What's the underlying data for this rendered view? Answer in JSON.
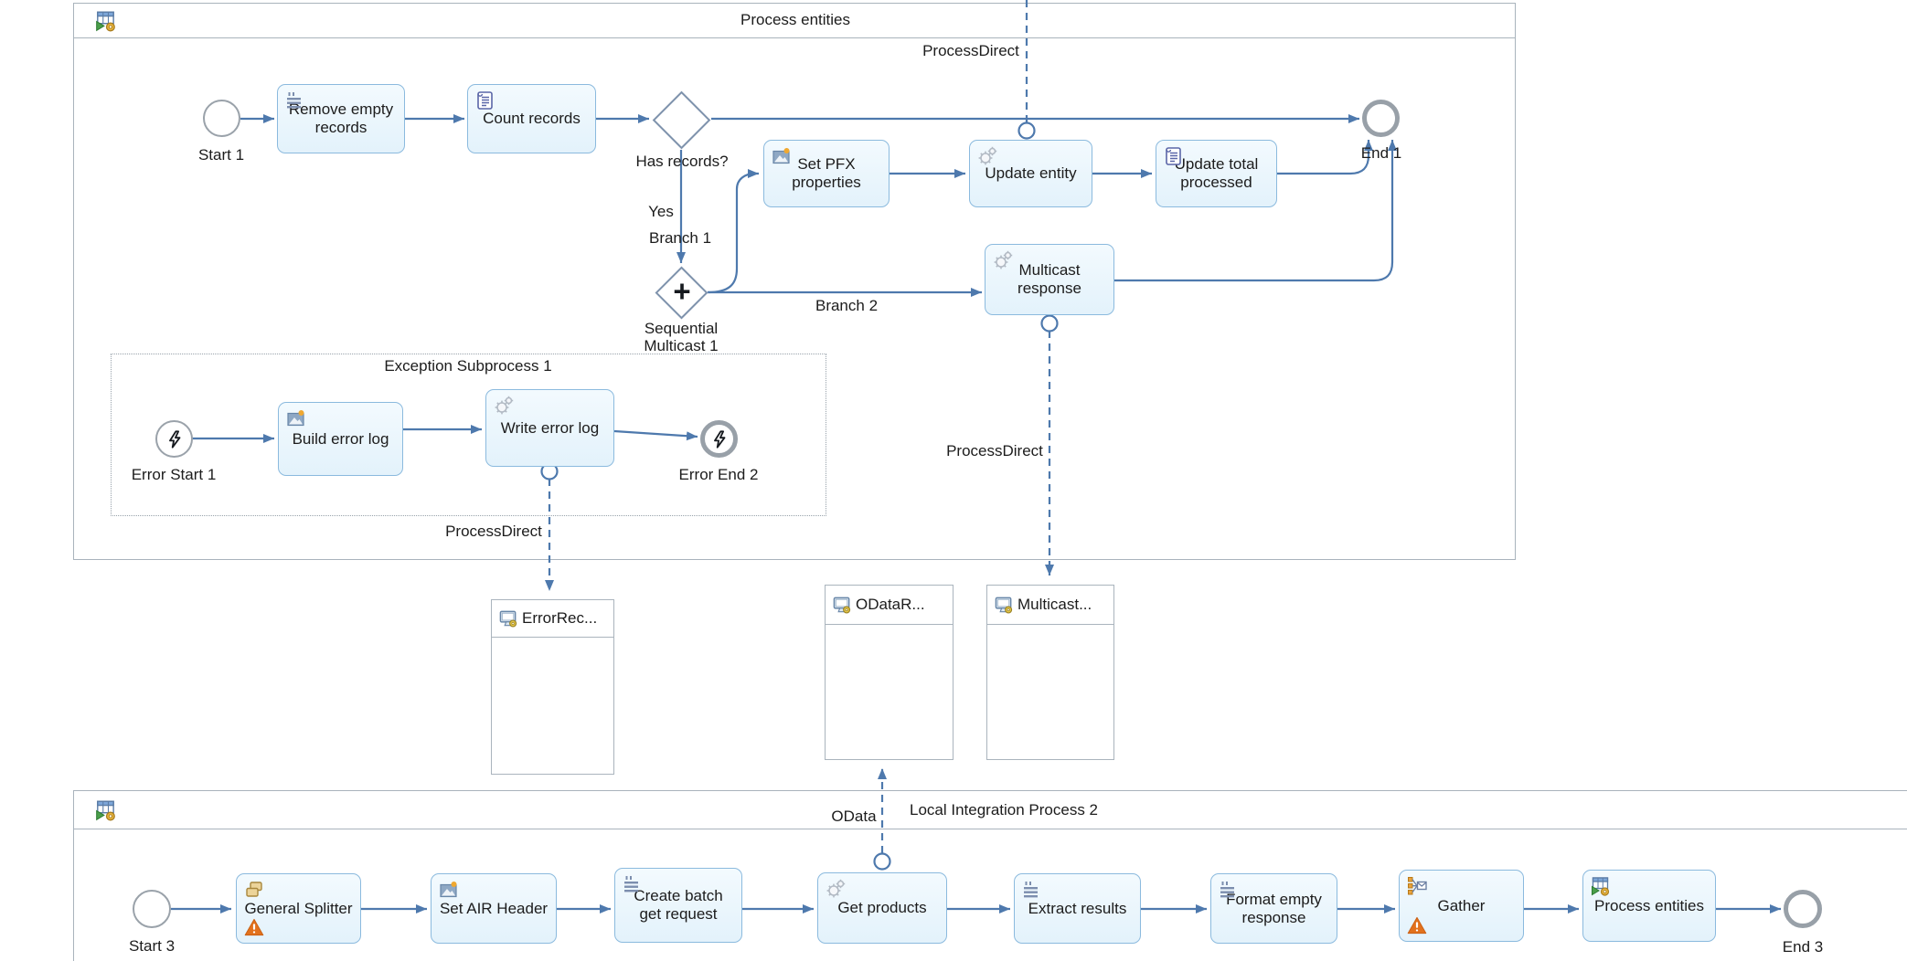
{
  "pools": {
    "pool1": {
      "title": "Process entities"
    },
    "pool2": {
      "title": "Local Integration Process 2"
    }
  },
  "subprocess": {
    "title": "Exception Subprocess 1"
  },
  "events": {
    "start1": "Start 1",
    "end1": "End 1",
    "error_start1": "Error Start 1",
    "error_end2": "Error End 2",
    "start3": "Start 3",
    "end3": "End 3"
  },
  "gateways": {
    "has_records_label": "Has records?",
    "plus": "+",
    "seq_multicast_line1": "Sequential",
    "seq_multicast_line2": "Multicast 1"
  },
  "tasks": {
    "remove_empty": "Remove empty records",
    "count_records": "Count records",
    "set_pfx": "Set PFX properties",
    "update_entity": "Update entity",
    "update_total": "Update total processed",
    "multicast_response": "Multicast response",
    "build_error_log": "Build error log",
    "write_error_log": "Write error log",
    "general_splitter": "General Splitter",
    "set_air_header": "Set AIR Header",
    "create_batch": "Create batch get request",
    "get_products": "Get products",
    "extract_results": "Extract results",
    "format_empty": "Format empty response",
    "gather": "Gather",
    "process_entities": "Process entities"
  },
  "flow_labels": {
    "yes": "Yes",
    "branch1": "Branch 1",
    "branch2": "Branch 2",
    "process_direct_top": "ProcessDirect",
    "process_direct_mid": "ProcessDirect",
    "process_direct_sub": "ProcessDirect",
    "odata": "OData"
  },
  "participants": {
    "error_rec": "ErrorRec...",
    "odata_r": "ODataR...",
    "multicast": "Multicast..."
  },
  "colors": {
    "flow_line": "#4e79ad",
    "task_fill": "#e9f5fd",
    "task_border": "#8bbade",
    "pool_border": "#a9b3bc",
    "event_ring": "#98a0a8",
    "warning_orange": "#e2711d",
    "gear_gray": "#b2bac4",
    "sun_orange": "#f0a830"
  }
}
